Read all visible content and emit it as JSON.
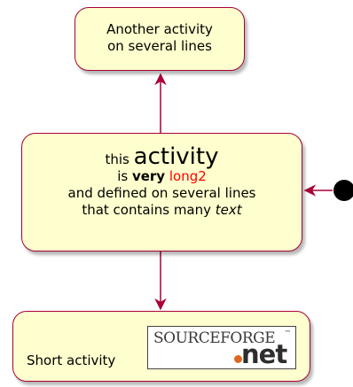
{
  "nodes": {
    "top": {
      "line1": "Another activity",
      "line2": "on several lines"
    },
    "middle": {
      "line1_pre": "this ",
      "line1_big": "activity",
      "line2_pre": "is ",
      "line2_bold": "very",
      "line2_sp": " ",
      "line2_red": "long2",
      "line3": "and defined on several lines",
      "line4_pre": "that contains many ",
      "line4_italic": "text"
    },
    "bottom": {
      "label": "Short activity",
      "logo": {
        "top": "SOURCEFORGE",
        "tm": "™",
        "net": "net"
      }
    }
  },
  "colors": {
    "node_fill": "#FEFECE",
    "border": "#A80036",
    "red_text": "#FF0000",
    "start": "#000000"
  }
}
